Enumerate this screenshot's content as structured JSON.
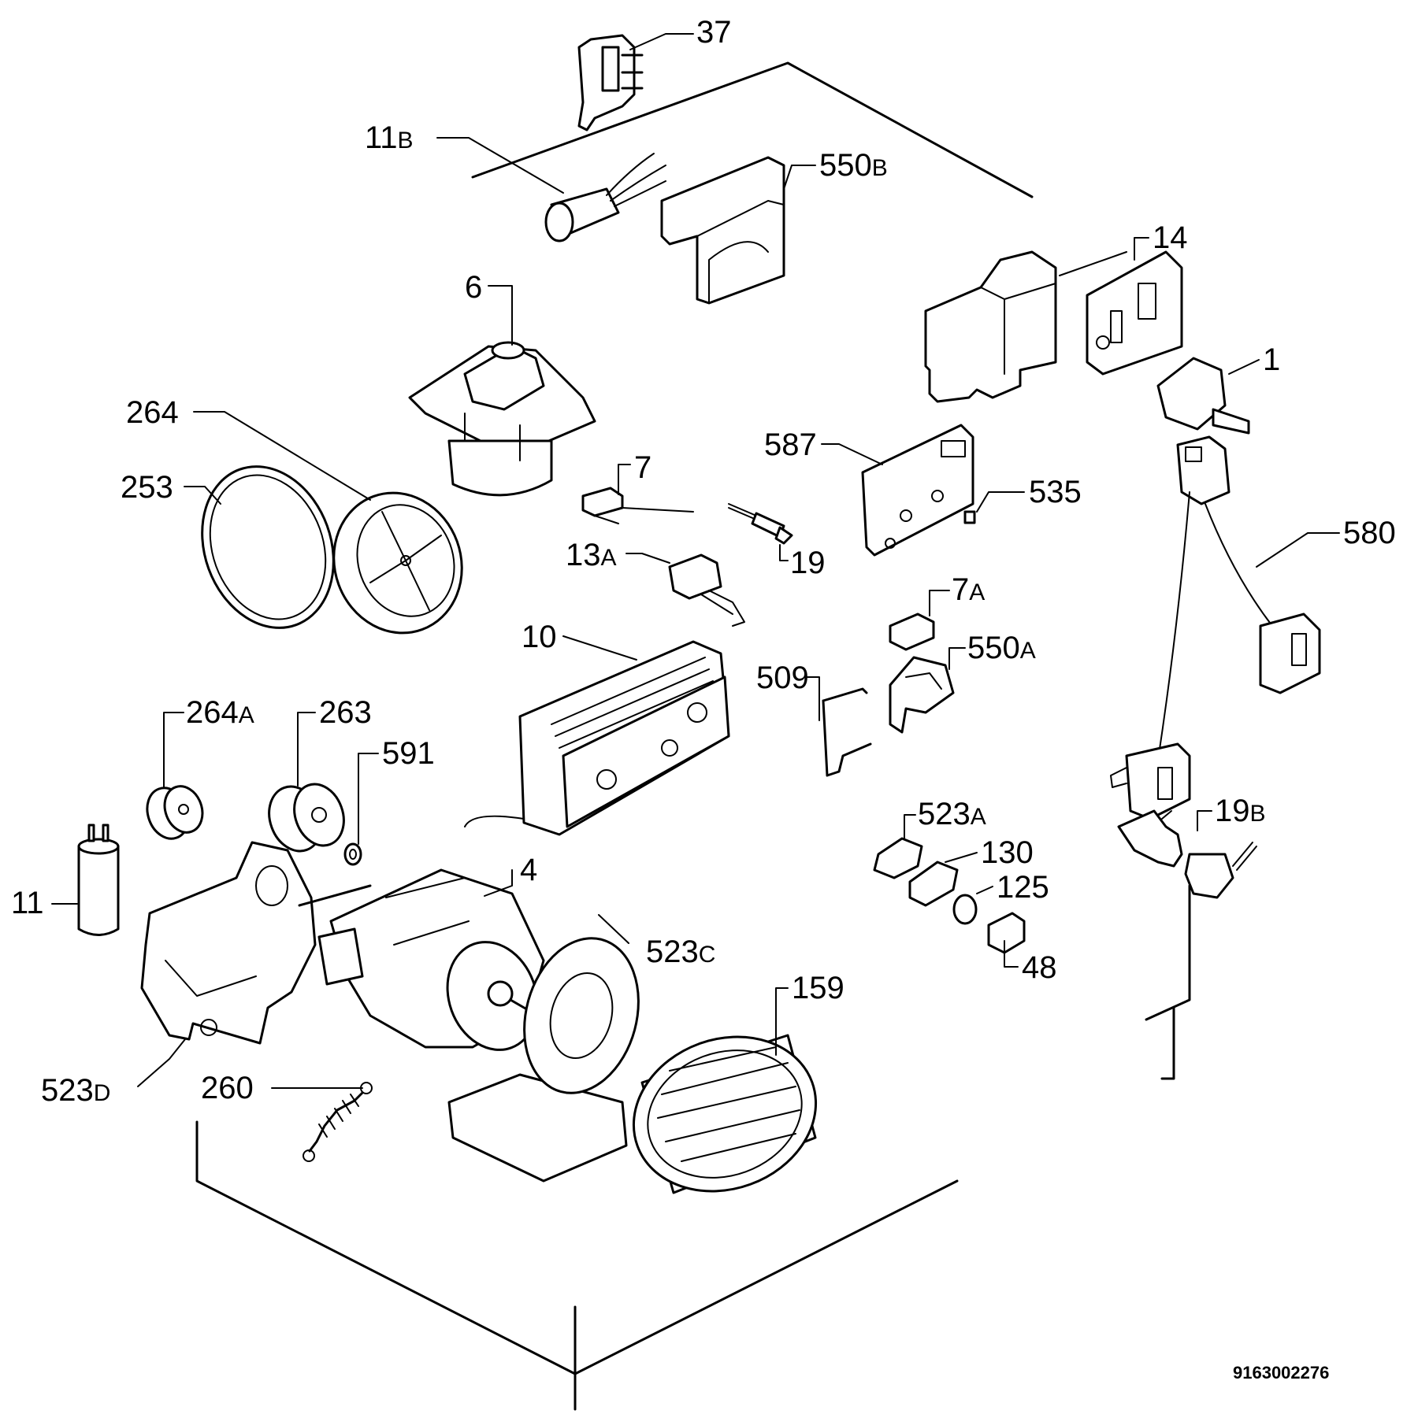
{
  "doc_number": "9163002276",
  "labels": {
    "p37": {
      "num": "37",
      "sx": ""
    },
    "p11b": {
      "num": "11",
      "sx": "B"
    },
    "p550b": {
      "num": "550",
      "sx": "B"
    },
    "p14": {
      "num": "14",
      "sx": ""
    },
    "p6": {
      "num": "6",
      "sx": ""
    },
    "p1": {
      "num": "1",
      "sx": ""
    },
    "p264": {
      "num": "264",
      "sx": ""
    },
    "p253": {
      "num": "253",
      "sx": ""
    },
    "p587": {
      "num": "587",
      "sx": ""
    },
    "p7": {
      "num": "7",
      "sx": ""
    },
    "p535": {
      "num": "535",
      "sx": ""
    },
    "p580": {
      "num": "580",
      "sx": ""
    },
    "p13a": {
      "num": "13",
      "sx": "A"
    },
    "p19": {
      "num": "19",
      "sx": ""
    },
    "p7a": {
      "num": "7",
      "sx": "A"
    },
    "p10": {
      "num": "10",
      "sx": ""
    },
    "p550a": {
      "num": "550",
      "sx": "A"
    },
    "p509": {
      "num": "509",
      "sx": ""
    },
    "p264a": {
      "num": "264",
      "sx": "A"
    },
    "p263": {
      "num": "263",
      "sx": ""
    },
    "p591": {
      "num": "591",
      "sx": ""
    },
    "p523a": {
      "num": "523",
      "sx": "A"
    },
    "p19b": {
      "num": "19",
      "sx": "B"
    },
    "p130": {
      "num": "130",
      "sx": ""
    },
    "p4": {
      "num": "4",
      "sx": ""
    },
    "p11": {
      "num": "11",
      "sx": ""
    },
    "p125": {
      "num": "125",
      "sx": ""
    },
    "p48": {
      "num": "48",
      "sx": ""
    },
    "p523c": {
      "num": "523",
      "sx": "C"
    },
    "p159": {
      "num": "159",
      "sx": ""
    },
    "p523d": {
      "num": "523",
      "sx": "D"
    },
    "p260": {
      "num": "260",
      "sx": ""
    }
  }
}
